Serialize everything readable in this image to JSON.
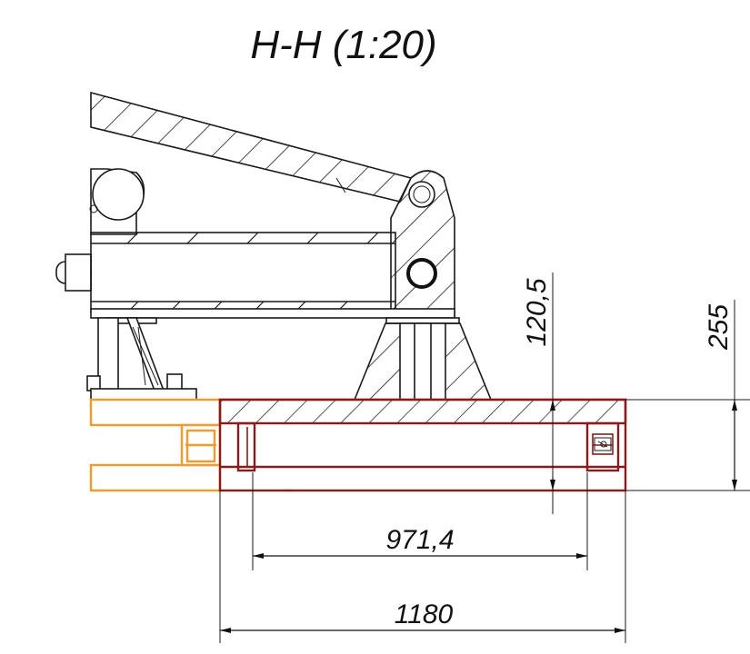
{
  "title": "H-H (1:20)",
  "dimensions": {
    "overall_width": "1180",
    "inner_width": "971,4",
    "base_height": "255",
    "plate_height": "120,5"
  },
  "colors": {
    "section": "#8b1a1a",
    "adjacent_part": "#f39a2b",
    "outline": "#1a1a1a",
    "background": "#ffffff"
  }
}
